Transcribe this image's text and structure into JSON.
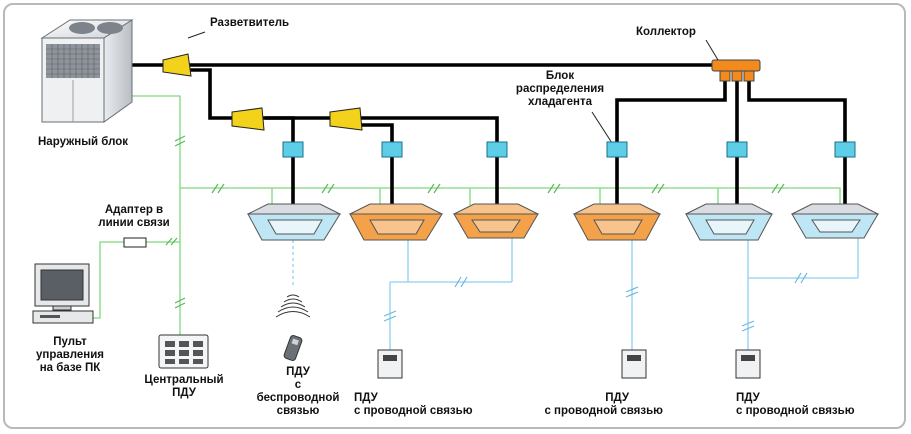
{
  "labels": {
    "splitter": "Разветвитель",
    "collector": "Коллектор",
    "distribution_block": [
      "Блок",
      "распределения",
      "хладагента"
    ],
    "outdoor_unit": "Наружный блок",
    "adapter": [
      "Адаптер в",
      "линии связи"
    ],
    "pc_remote": [
      "Пульт",
      "управления",
      "на базе ПК"
    ],
    "central_remote": [
      "Центральный",
      "ПДУ"
    ],
    "wireless_remote": [
      "ПДУ",
      "с",
      "беспроводной",
      "связью"
    ],
    "wired_remote_1": [
      "ПДУ",
      "с проводной связью"
    ],
    "wired_remote_2": [
      "ПДУ",
      "с проводной связью"
    ],
    "wired_remote_3": [
      "ПДУ",
      "с проводной связью"
    ]
  },
  "colors": {
    "refrigerant_pipe": "#000000",
    "signal_line": "#7ed87e",
    "remote_line": "#8ed0ee",
    "branch_yellow": "#f2d21a",
    "collector_orange": "#f28a1e",
    "distribution_box": "#5dcde8",
    "unit_blue": "#bfe6f5",
    "unit_orange": "#f3a24a"
  },
  "indoor_units": [
    {
      "name": "indoor-unit-1",
      "color": "blue"
    },
    {
      "name": "indoor-unit-2",
      "color": "orange"
    },
    {
      "name": "indoor-unit-3",
      "color": "orange"
    },
    {
      "name": "indoor-unit-4",
      "color": "orange"
    },
    {
      "name": "indoor-unit-5",
      "color": "blue"
    },
    {
      "name": "indoor-unit-6",
      "color": "blue"
    }
  ]
}
